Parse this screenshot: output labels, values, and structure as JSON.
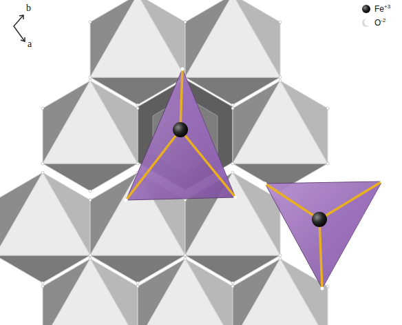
{
  "diagram": {
    "labels": [
      "b",
      "a"
    ],
    "legend": [
      {
        "text": "Fe+3"
      },
      {
        "text": "O-2"
      }
    ]
  }
}
